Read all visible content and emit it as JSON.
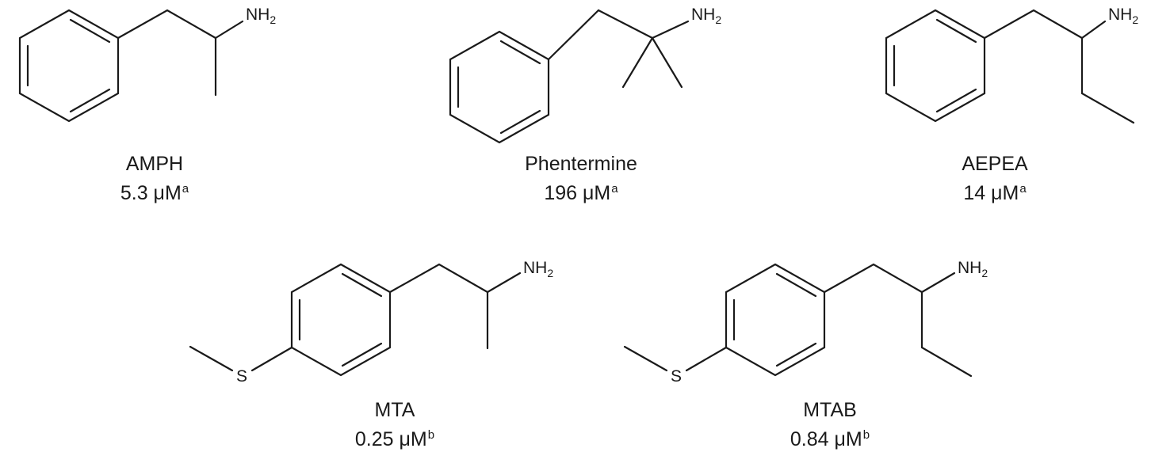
{
  "compounds": [
    {
      "name": "AMPH",
      "value": "5.3 μM",
      "note": "a",
      "amine_label": "NH",
      "amine_sub": "2"
    },
    {
      "name": "Phentermine",
      "value": "196 μM",
      "note": "a",
      "amine_label": "NH",
      "amine_sub": "2"
    },
    {
      "name": "AEPEA",
      "value": "14 μM",
      "note": "a",
      "amine_label": "NH",
      "amine_sub": "2"
    },
    {
      "name": "MTA",
      "value": "0.25 μM",
      "note": "b",
      "amine_label": "NH",
      "amine_sub": "2",
      "sulfur_label": "S"
    },
    {
      "name": "MTAB",
      "value": "0.84 μM",
      "note": "b",
      "amine_label": "NH",
      "amine_sub": "2",
      "sulfur_label": "S"
    }
  ]
}
